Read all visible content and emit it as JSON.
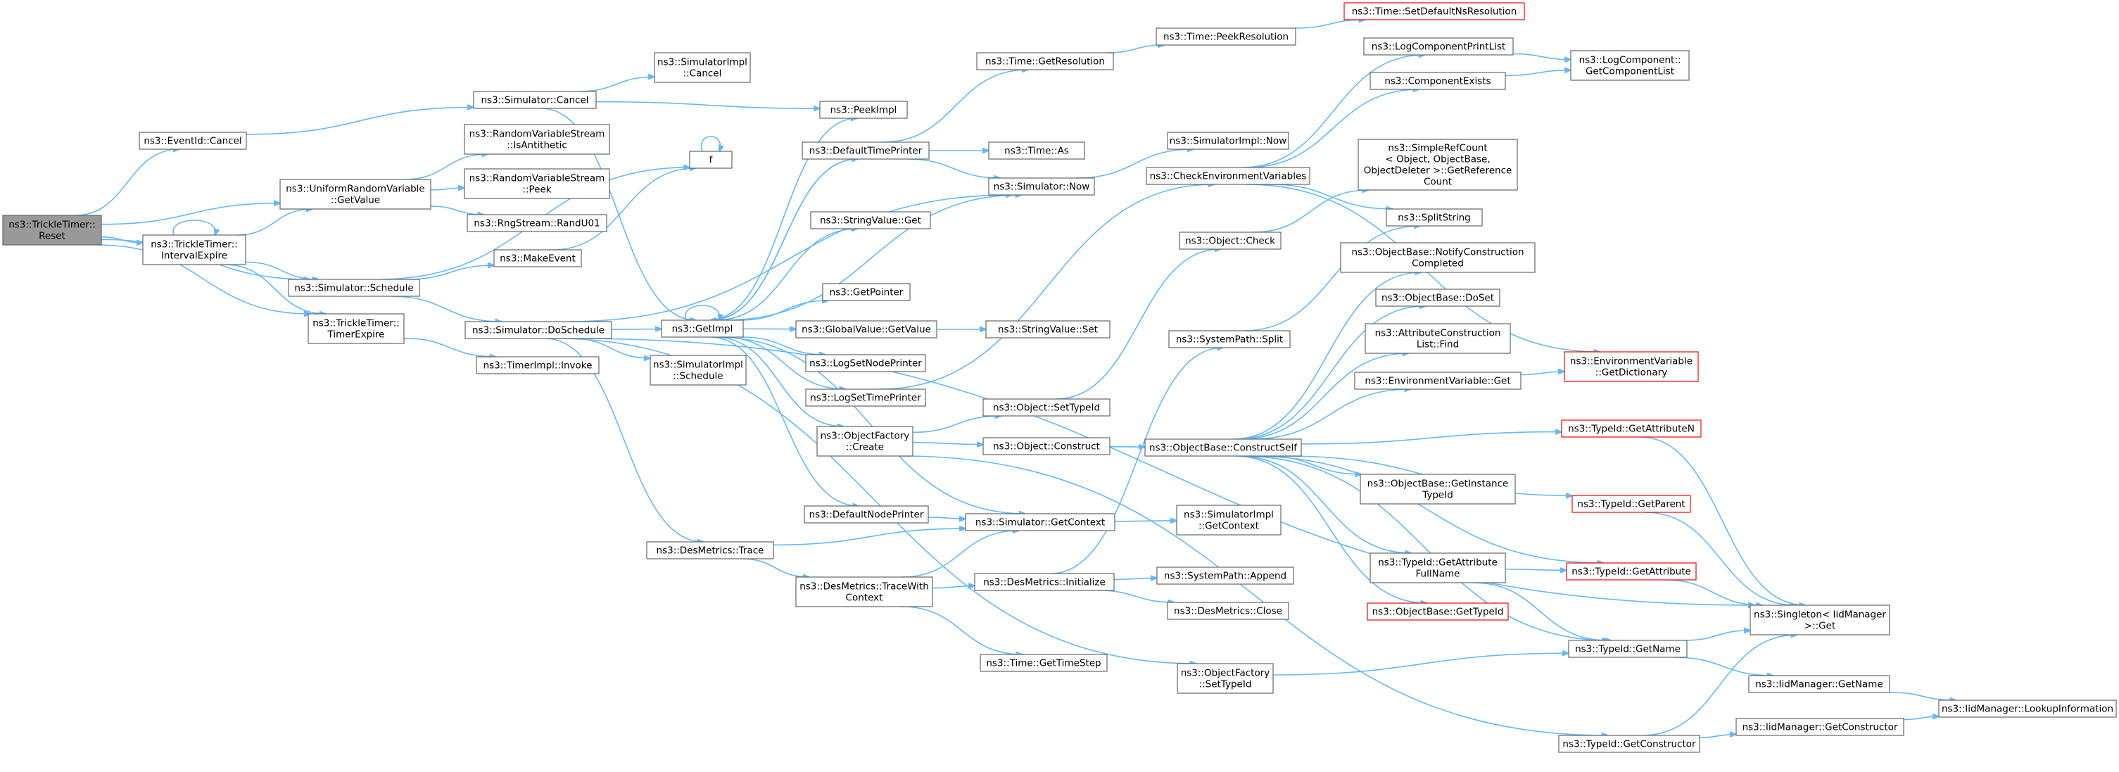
{
  "diagram": {
    "nodes": [
      {
        "id": "reset",
        "lines": [
          "ns3::TrickleTimer::",
          "Reset"
        ],
        "root": true
      },
      {
        "id": "eventcancel",
        "lines": [
          "ns3::EventId::Cancel"
        ]
      },
      {
        "id": "urvgetvalue",
        "lines": [
          "ns3::UniformRandomVariable",
          "::GetValue"
        ]
      },
      {
        "id": "intervalexpire",
        "lines": [
          "ns3::TrickleTimer::",
          "IntervalExpire"
        ]
      },
      {
        "id": "simschedule",
        "lines": [
          "ns3::Simulator::Schedule"
        ]
      },
      {
        "id": "timerexpire",
        "lines": [
          "ns3::TrickleTimer::",
          "TimerExpire"
        ]
      },
      {
        "id": "simcancel",
        "lines": [
          "ns3::Simulator::Cancel"
        ]
      },
      {
        "id": "simimplcancel",
        "lines": [
          "ns3::SimulatorImpl",
          "::Cancel"
        ]
      },
      {
        "id": "rvsanti",
        "lines": [
          "ns3::RandomVariableStream",
          "::IsAntithetic"
        ]
      },
      {
        "id": "rvspeek",
        "lines": [
          "ns3::RandomVariableStream",
          "::Peek"
        ]
      },
      {
        "id": "randu01",
        "lines": [
          "ns3::RngStream::RandU01"
        ]
      },
      {
        "id": "makeevent",
        "lines": [
          "ns3::MakeEvent"
        ]
      },
      {
        "id": "doschedule",
        "lines": [
          "ns3::Simulator::DoSchedule"
        ]
      },
      {
        "id": "timerimplinvoke",
        "lines": [
          "ns3::TimerImpl::Invoke"
        ]
      },
      {
        "id": "f",
        "lines": [
          "f"
        ]
      },
      {
        "id": "peekimpl",
        "lines": [
          "ns3::PeekImpl"
        ]
      },
      {
        "id": "getimpl",
        "lines": [
          "ns3::GetImpl"
        ]
      },
      {
        "id": "simimplschedule",
        "lines": [
          "ns3::SimulatorImpl",
          "::Schedule"
        ]
      },
      {
        "id": "desmetricstrace",
        "lines": [
          "ns3::DesMetrics::Trace"
        ]
      },
      {
        "id": "defaulttimeprinter",
        "lines": [
          "ns3::DefaultTimePrinter"
        ]
      },
      {
        "id": "stringvalueget",
        "lines": [
          "ns3::StringValue::Get"
        ]
      },
      {
        "id": "getpointer",
        "lines": [
          "ns3::GetPointer"
        ]
      },
      {
        "id": "globalvaluegetvalue",
        "lines": [
          "ns3::GlobalValue::GetValue"
        ]
      },
      {
        "id": "logsetnodeprinter",
        "lines": [
          "ns3::LogSetNodePrinter"
        ]
      },
      {
        "id": "logsettimeprinter",
        "lines": [
          "ns3::LogSetTimePrinter"
        ]
      },
      {
        "id": "objectfactorycreate",
        "lines": [
          "ns3::ObjectFactory",
          "::Create"
        ]
      },
      {
        "id": "defaultnodeprinter",
        "lines": [
          "ns3::DefaultNodePrinter"
        ]
      },
      {
        "id": "tracewithcontext",
        "lines": [
          "ns3::DesMetrics::TraceWith",
          "Context"
        ]
      },
      {
        "id": "timegetresolution",
        "lines": [
          "ns3::Time::GetResolution"
        ]
      },
      {
        "id": "timeas",
        "lines": [
          "ns3::Time::As"
        ]
      },
      {
        "id": "simnow",
        "lines": [
          "ns3::Simulator::Now"
        ]
      },
      {
        "id": "stringvalueset",
        "lines": [
          "ns3::StringValue::Set"
        ]
      },
      {
        "id": "objectsettypeid",
        "lines": [
          "ns3::Object::SetTypeId"
        ]
      },
      {
        "id": "objectconstruct",
        "lines": [
          "ns3::Object::Construct"
        ]
      },
      {
        "id": "simgetcontext",
        "lines": [
          "ns3::Simulator::GetContext"
        ]
      },
      {
        "id": "desmetricsinit",
        "lines": [
          "ns3::DesMetrics::Initialize"
        ]
      },
      {
        "id": "timegettimestep",
        "lines": [
          "ns3::Time::GetTimeStep"
        ]
      },
      {
        "id": "timepeekres",
        "lines": [
          "ns3::Time::PeekResolution"
        ]
      },
      {
        "id": "simimplnow",
        "lines": [
          "ns3::SimulatorImpl::Now"
        ]
      },
      {
        "id": "checkenv",
        "lines": [
          "ns3::CheckEnvironmentVariables"
        ]
      },
      {
        "id": "objectcheck",
        "lines": [
          "ns3::Object::Check"
        ]
      },
      {
        "id": "systempathsplit",
        "lines": [
          "ns3::SystemPath::Split"
        ]
      },
      {
        "id": "objectbaseconstructself",
        "lines": [
          "ns3::ObjectBase::ConstructSelf"
        ]
      },
      {
        "id": "simimplgetcontext",
        "lines": [
          "ns3::SimulatorImpl",
          "::GetContext"
        ]
      },
      {
        "id": "systempathappend",
        "lines": [
          "ns3::SystemPath::Append"
        ]
      },
      {
        "id": "desmetricsclose",
        "lines": [
          "ns3::DesMetrics::Close"
        ]
      },
      {
        "id": "objectfactorysettypeid",
        "lines": [
          "ns3::ObjectFactory",
          "::SetTypeId"
        ]
      },
      {
        "id": "timesetdefault",
        "lines": [
          "ns3::Time::SetDefaultNsResolution"
        ],
        "red": true
      },
      {
        "id": "logcomplist",
        "lines": [
          "ns3::LogComponentPrintList"
        ]
      },
      {
        "id": "compexists",
        "lines": [
          "ns3::ComponentExists"
        ]
      },
      {
        "id": "simplerefcount",
        "lines": [
          "ns3::SimpleRefCount",
          "< Object, ObjectBase,",
          "ObjectDeleter >::GetReference",
          "Count"
        ]
      },
      {
        "id": "splitstring",
        "lines": [
          "ns3::SplitString"
        ]
      },
      {
        "id": "notifyconstruction",
        "lines": [
          "ns3::ObjectBase::NotifyConstruction",
          "Completed"
        ]
      },
      {
        "id": "objectbasedoset",
        "lines": [
          "ns3::ObjectBase::DoSet"
        ]
      },
      {
        "id": "attrconstructionlist",
        "lines": [
          "ns3::AttributeConstruction",
          "List::Find"
        ]
      },
      {
        "id": "envvarget",
        "lines": [
          "ns3::EnvironmentVariable::Get"
        ]
      },
      {
        "id": "objectbasegetinstance",
        "lines": [
          "ns3::ObjectBase::GetInstance",
          "TypeId"
        ]
      },
      {
        "id": "typeidgetattrfullname",
        "lines": [
          "ns3::TypeId::GetAttribute",
          "FullName"
        ]
      },
      {
        "id": "objectbasegettypeid",
        "lines": [
          "ns3::ObjectBase::GetTypeId"
        ],
        "red": true
      },
      {
        "id": "typeidgetname",
        "lines": [
          "ns3::TypeId::GetName"
        ]
      },
      {
        "id": "typeidgetconstructor",
        "lines": [
          "ns3::TypeId::GetConstructor"
        ]
      },
      {
        "id": "logcompgetlist",
        "lines": [
          "ns3::LogComponent::",
          "GetComponentList"
        ]
      },
      {
        "id": "envvargetdict",
        "lines": [
          "ns3::EnvironmentVariable",
          "::GetDictionary"
        ],
        "red": true
      },
      {
        "id": "typeidgetattributen",
        "lines": [
          "ns3::TypeId::GetAttributeN"
        ],
        "red": true
      },
      {
        "id": "typeidgetparent",
        "lines": [
          "ns3::TypeId::GetParent"
        ],
        "red": true
      },
      {
        "id": "typeidgetattribute",
        "lines": [
          "ns3::TypeId::GetAttribute"
        ],
        "red": true
      },
      {
        "id": "singletonget",
        "lines": [
          "ns3::Singleton< IidManager",
          ">::Get"
        ]
      },
      {
        "id": "iidgetname",
        "lines": [
          "ns3::IidManager::GetName"
        ]
      },
      {
        "id": "iidgetconstructor",
        "lines": [
          "ns3::IidManager::GetConstructor"
        ]
      },
      {
        "id": "iidlookup",
        "lines": [
          "ns3::IidManager::LookupInformation"
        ]
      }
    ],
    "edges": [
      [
        "reset",
        "eventcancel"
      ],
      [
        "reset",
        "urvgetvalue"
      ],
      [
        "reset",
        "intervalexpire"
      ],
      [
        "reset",
        "simschedule"
      ],
      [
        "reset",
        "timerexpire"
      ],
      [
        "eventcancel",
        "simcancel"
      ],
      [
        "simcancel",
        "simimplcancel"
      ],
      [
        "simcancel",
        "peekimpl"
      ],
      [
        "simcancel",
        "getimpl"
      ],
      [
        "urvgetvalue",
        "rvsanti"
      ],
      [
        "urvgetvalue",
        "rvspeek"
      ],
      [
        "urvgetvalue",
        "randu01"
      ],
      [
        "intervalexpire",
        "intervalexpire"
      ],
      [
        "intervalexpire",
        "urvgetvalue"
      ],
      [
        "intervalexpire",
        "simschedule"
      ],
      [
        "intervalexpire",
        "timerexpire"
      ],
      [
        "simschedule",
        "makeevent"
      ],
      [
        "simschedule",
        "f"
      ],
      [
        "simschedule",
        "doschedule"
      ],
      [
        "makeevent",
        "f"
      ],
      [
        "f",
        "f"
      ],
      [
        "timerexpire",
        "timerimplinvoke"
      ],
      [
        "doschedule",
        "getimpl"
      ],
      [
        "doschedule",
        "simimplschedule"
      ],
      [
        "doschedule",
        "desmetricstrace"
      ],
      [
        "doschedule",
        "simnow"
      ],
      [
        "doschedule",
        "objectfactorysettypeid"
      ],
      [
        "doschedule",
        "singletonget"
      ],
      [
        "getimpl",
        "peekimpl"
      ],
      [
        "getimpl",
        "defaulttimeprinter"
      ],
      [
        "getimpl",
        "stringvalueget"
      ],
      [
        "getimpl",
        "getpointer"
      ],
      [
        "getimpl",
        "globalvaluegetvalue"
      ],
      [
        "getimpl",
        "logsetnodeprinter"
      ],
      [
        "getimpl",
        "logsettimeprinter"
      ],
      [
        "getimpl",
        "objectfactorycreate"
      ],
      [
        "getimpl",
        "defaultnodeprinter"
      ],
      [
        "getimpl",
        "simnow"
      ],
      [
        "getimpl",
        "simgetcontext"
      ],
      [
        "getimpl",
        "getimpl"
      ],
      [
        "defaulttimeprinter",
        "getimpl"
      ],
      [
        "defaulttimeprinter",
        "timegetresolution"
      ],
      [
        "defaulttimeprinter",
        "timeas"
      ],
      [
        "defaulttimeprinter",
        "simnow"
      ],
      [
        "globalvaluegetvalue",
        "stringvalueset"
      ],
      [
        "logsettimeprinter",
        "checkenv"
      ],
      [
        "objectfactorycreate",
        "objectsettypeid"
      ],
      [
        "objectfactorycreate",
        "objectconstruct"
      ],
      [
        "objectfactorycreate",
        "typeidgetconstructor"
      ],
      [
        "defaultnodeprinter",
        "simgetcontext"
      ],
      [
        "desmetricstrace",
        "simgetcontext"
      ],
      [
        "desmetricstrace",
        "tracewithcontext"
      ],
      [
        "tracewithcontext",
        "simgetcontext"
      ],
      [
        "tracewithcontext",
        "desmetricsinit"
      ],
      [
        "tracewithcontext",
        "timegettimestep"
      ],
      [
        "timegetresolution",
        "timepeekres"
      ],
      [
        "timepeekres",
        "timesetdefault"
      ],
      [
        "simnow",
        "simimplnow"
      ],
      [
        "objectsettypeid",
        "objectcheck"
      ],
      [
        "objectconstruct",
        "objectbaseconstructself"
      ],
      [
        "simgetcontext",
        "simimplgetcontext"
      ],
      [
        "desmetricsinit",
        "systempathsplit"
      ],
      [
        "desmetricsinit",
        "systempathappend"
      ],
      [
        "desmetricsinit",
        "desmetricsclose"
      ],
      [
        "objectfactorysettypeid",
        "typeidgetname"
      ],
      [
        "checkenv",
        "logcomplist"
      ],
      [
        "checkenv",
        "compexists"
      ],
      [
        "checkenv",
        "splitstring"
      ],
      [
        "checkenv",
        "envvargetdict"
      ],
      [
        "objectcheck",
        "simplerefcount"
      ],
      [
        "systempathsplit",
        "splitstring"
      ],
      [
        "objectbaseconstructself",
        "notifyconstruction"
      ],
      [
        "objectbaseconstructself",
        "objectbasedoset"
      ],
      [
        "objectbaseconstructself",
        "attrconstructionlist"
      ],
      [
        "objectbaseconstructself",
        "envvarget"
      ],
      [
        "objectbaseconstructself",
        "objectbasegetinstance"
      ],
      [
        "objectbaseconstructself",
        "typeidgetattrfullname"
      ],
      [
        "objectbaseconstructself",
        "objectbasegettypeid"
      ],
      [
        "objectbaseconstructself",
        "typeidgetname"
      ],
      [
        "objectbaseconstructself",
        "typeidgetattributen"
      ],
      [
        "objectbaseconstructself",
        "typeidgetparent"
      ],
      [
        "objectbaseconstructself",
        "typeidgetattribute"
      ],
      [
        "logcomplist",
        "logcompgetlist"
      ],
      [
        "compexists",
        "logcompgetlist"
      ],
      [
        "envvarget",
        "envvargetdict"
      ],
      [
        "typeidgetattrfullname",
        "typeidgetattribute"
      ],
      [
        "typeidgetattrfullname",
        "typeidgetname"
      ],
      [
        "typeidgetattributen",
        "singletonget"
      ],
      [
        "typeidgetparent",
        "singletonget"
      ],
      [
        "typeidgetattribute",
        "singletonget"
      ],
      [
        "typeidgetname",
        "singletonget"
      ],
      [
        "typeidgetname",
        "iidgetname"
      ],
      [
        "typeidgetconstructor",
        "singletonget"
      ],
      [
        "typeidgetconstructor",
        "iidgetconstructor"
      ],
      [
        "iidgetname",
        "iidlookup"
      ],
      [
        "iidgetconstructor",
        "iidlookup"
      ]
    ]
  }
}
